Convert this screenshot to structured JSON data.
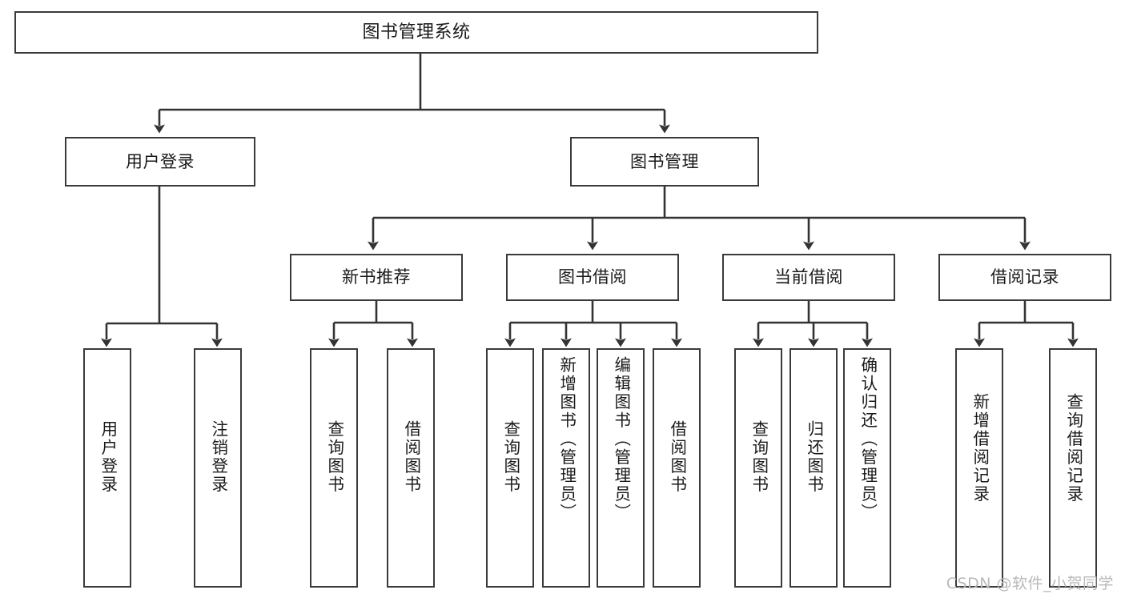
{
  "diagram": {
    "type": "tree-hierarchy",
    "title": "图书管理系统",
    "root": {
      "label": "图书管理系统"
    },
    "level2": [
      {
        "id": "user-login",
        "label": "用户登录"
      },
      {
        "id": "book-management",
        "label": "图书管理"
      }
    ],
    "level3": [
      {
        "id": "new-book-recommend",
        "label": "新书推荐",
        "parent": "book-management"
      },
      {
        "id": "book-borrow",
        "label": "图书借阅",
        "parent": "book-management"
      },
      {
        "id": "current-borrow",
        "label": "当前借阅",
        "parent": "book-management"
      },
      {
        "id": "borrow-record",
        "label": "借阅记录",
        "parent": "book-management"
      }
    ],
    "leaves": [
      {
        "id": "leaf-user-login",
        "label": "用户登录",
        "parent": "user-login"
      },
      {
        "id": "leaf-logout",
        "label": "注销登录",
        "parent": "user-login"
      },
      {
        "id": "leaf-query-book-1",
        "label": "查询图书",
        "parent": "new-book-recommend"
      },
      {
        "id": "leaf-borrow-book-1",
        "label": "借阅图书",
        "parent": "new-book-recommend"
      },
      {
        "id": "leaf-query-book-2",
        "label": "查询图书",
        "parent": "book-borrow"
      },
      {
        "id": "leaf-add-book",
        "label": "新增图书（管理员）",
        "parent": "book-borrow"
      },
      {
        "id": "leaf-edit-book",
        "label": "编辑图书（管理员）",
        "parent": "book-borrow"
      },
      {
        "id": "leaf-borrow-book-2",
        "label": "借阅图书",
        "parent": "book-borrow"
      },
      {
        "id": "leaf-query-book-3",
        "label": "查询图书",
        "parent": "current-borrow"
      },
      {
        "id": "leaf-return-book",
        "label": "归还图书",
        "parent": "current-borrow"
      },
      {
        "id": "leaf-confirm-return",
        "label": "确认归还（管理员）",
        "parent": "current-borrow"
      },
      {
        "id": "leaf-add-record",
        "label": "新增借阅记录",
        "parent": "borrow-record"
      },
      {
        "id": "leaf-query-record",
        "label": "查询借阅记录",
        "parent": "borrow-record"
      }
    ],
    "colors": {
      "box_border": "#3a3a3a",
      "box_fill": "#ffffff",
      "connector": "#333333",
      "text": "#1a1a1a",
      "watermark": "#b9b9b9",
      "background": "#ffffff"
    }
  },
  "watermark": {
    "text": "CSDN @软件_小贺同学"
  }
}
